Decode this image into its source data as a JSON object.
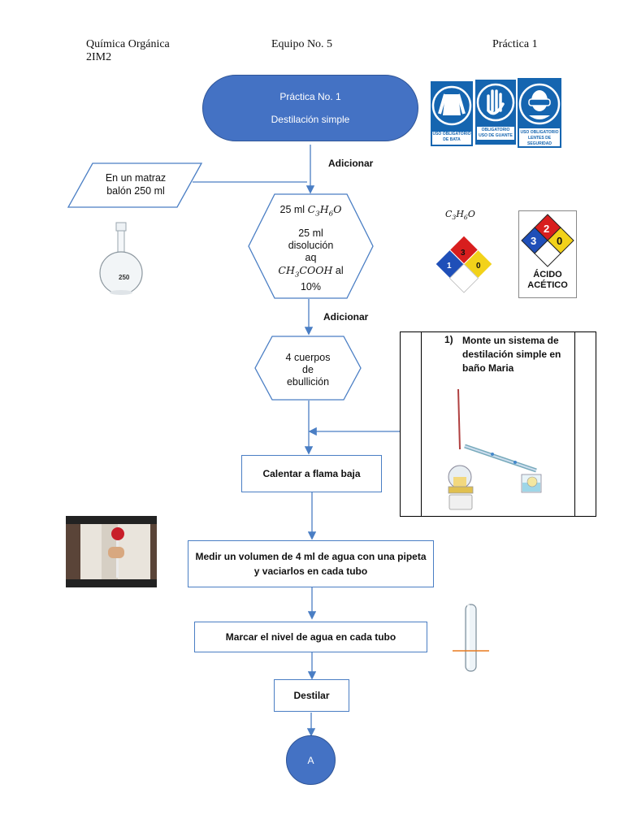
{
  "header": {
    "course_line1": "Química Orgánica",
    "course_line2": "2IM2",
    "team": "Equipo No. 5",
    "practice": "Práctica 1"
  },
  "start": {
    "title": "Práctica No. 1",
    "subtitle": "Destilación simple",
    "color": "#4472c4"
  },
  "labels": {
    "add1": "Adicionar",
    "add2": "Adicionar"
  },
  "input": {
    "line1": "En un matraz",
    "line2": "balón 250 ml"
  },
  "flask_label": "250",
  "hex1": {
    "line1_num": "25 ml",
    "line1_formula": "C3H6O",
    "line2": "25 ml",
    "line3": "disolución",
    "line4": "aq",
    "line5_formula": "CH3COOH",
    "line5_suffix": "al",
    "line6": "10%"
  },
  "hex2": {
    "line1": "4 cuerpos",
    "line2": "de",
    "line3": "ebullición"
  },
  "steps": {
    "heat": "Calentar a flama baja",
    "measure_line1": "Medir un volumen de 4 ml de agua con una pipeta",
    "measure_line2": "y vaciarlos en cada tubo",
    "mark": "Marcar el nivel de agua en cada tubo",
    "distill": "Destilar"
  },
  "connector": "A",
  "note": {
    "number": "1)",
    "line1": "Monte un sistema de",
    "line2": "destilación simple en",
    "line3": "baño Maria"
  },
  "safety_signs": [
    {
      "icon": "lab-coat-icon",
      "text1": "USO OBLIGATORIO",
      "text2": "DE BATA"
    },
    {
      "icon": "gloves-icon",
      "text1": "OBLIGATORIO",
      "text2": "USO DE GUANTE"
    },
    {
      "icon": "safety-goggles-icon",
      "text1": "USO OBLIGATORIO",
      "text2": "LENTES DE SEGURIDAD"
    }
  ],
  "nfpa_small": {
    "formula": "C3H6O",
    "health": "1",
    "fire": "3",
    "reactivity": "0"
  },
  "nfpa_acetic": {
    "health": "3",
    "fire": "2",
    "reactivity": "0",
    "name_line1": "ÁCIDO",
    "name_line2": "ACÉTICO"
  },
  "colors": {
    "flow_blue": "#4a7ec4",
    "nfpa_blue": "#1f4fb8",
    "nfpa_red": "#d81e1e",
    "nfpa_yellow": "#f2d21a",
    "tube_mark": "#e87a1e"
  }
}
